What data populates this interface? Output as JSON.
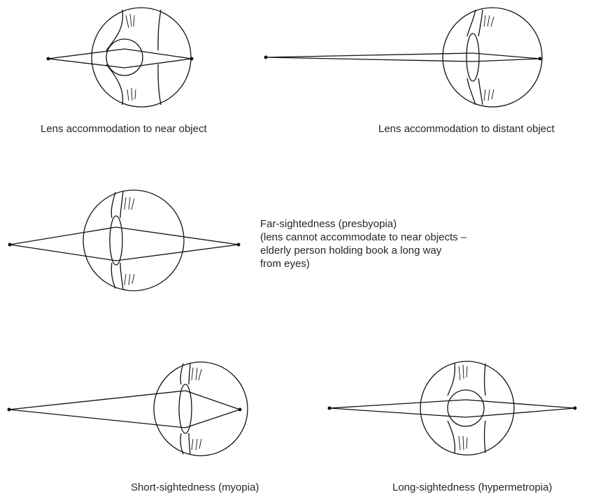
{
  "captions": {
    "near": "Lens accommodation to near object",
    "distant": "Lens accommodation to distant object",
    "far_sighted": [
      "Far-sightedness (presbyopia)",
      "(lens cannot accommodate to near objects –",
      "elderly person holding book a long way",
      "from eyes)"
    ],
    "short_sighted": "Short-sightedness (myopia)",
    "long_sighted": "Long-sightedness (hypermetropia)"
  }
}
